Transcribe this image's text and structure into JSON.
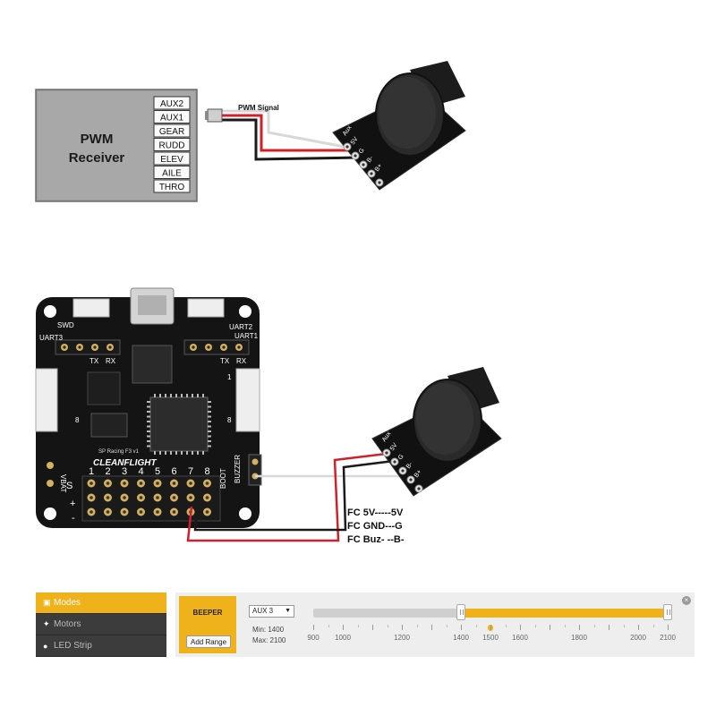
{
  "receiver": {
    "title_line1": "PWM",
    "title_line2": "Receiver",
    "channels": [
      "AUX2",
      "AUX1",
      "GEAR",
      "RUDD",
      "ELEV",
      "AILE",
      "THRO"
    ]
  },
  "wiring": {
    "pwm_signal_label": "PWM Signal",
    "buzzer_pins": [
      "Aux",
      "5V",
      "G",
      "B-",
      "B+"
    ],
    "connections": [
      "FC 5V-----5V",
      "FC GND---G",
      "FC Buz-  --B-"
    ]
  },
  "fc_board": {
    "port_labels": {
      "swd": "SWD",
      "uart3": "UART3",
      "uart2": "UART2",
      "uart1": "UART1",
      "vbat": "VBAT",
      "boot": "BOOT",
      "buzzer": "BUZZER",
      "tx_left": "TX",
      "rx_left": "RX",
      "tx_right": "TX",
      "rx_right": "RX",
      "s_label": "S",
      "plus": "+",
      "minus": "-"
    },
    "board_name": "SP Racing F3 v1",
    "brand": "CLEANFLIGHT",
    "pin_numbers": [
      "1",
      "2",
      "3",
      "4",
      "5",
      "6",
      "7",
      "8"
    ],
    "side_number_left": "8",
    "side_number_right": "1",
    "side_number_right_low": "8"
  },
  "configurator": {
    "sidebar": [
      {
        "label": "Modes",
        "active": true,
        "icon": "modes-icon"
      },
      {
        "label": "Motors",
        "active": false,
        "icon": "motors-icon"
      },
      {
        "label": "LED Strip",
        "active": false,
        "icon": "led-strip-icon"
      }
    ],
    "mode_name": "BEEPER",
    "add_range_label": "Add Range",
    "channel": "AUX 3",
    "min_label": "Min: 1400",
    "max_label": "Max: 2100",
    "range_min": 1400,
    "range_max": 2100,
    "scale_min": 900,
    "scale_max": 2100,
    "current_value": 1500,
    "tick_labels": [
      900,
      1000,
      1200,
      1400,
      1500,
      1600,
      1800,
      2000,
      2100
    ],
    "close_glyph": "×"
  },
  "colors": {
    "accent": "#f0b21a",
    "wire_red": "#d0202a",
    "wire_black": "#1a1a1a",
    "wire_white": "#d8d8d8",
    "pcb": "#141414"
  }
}
